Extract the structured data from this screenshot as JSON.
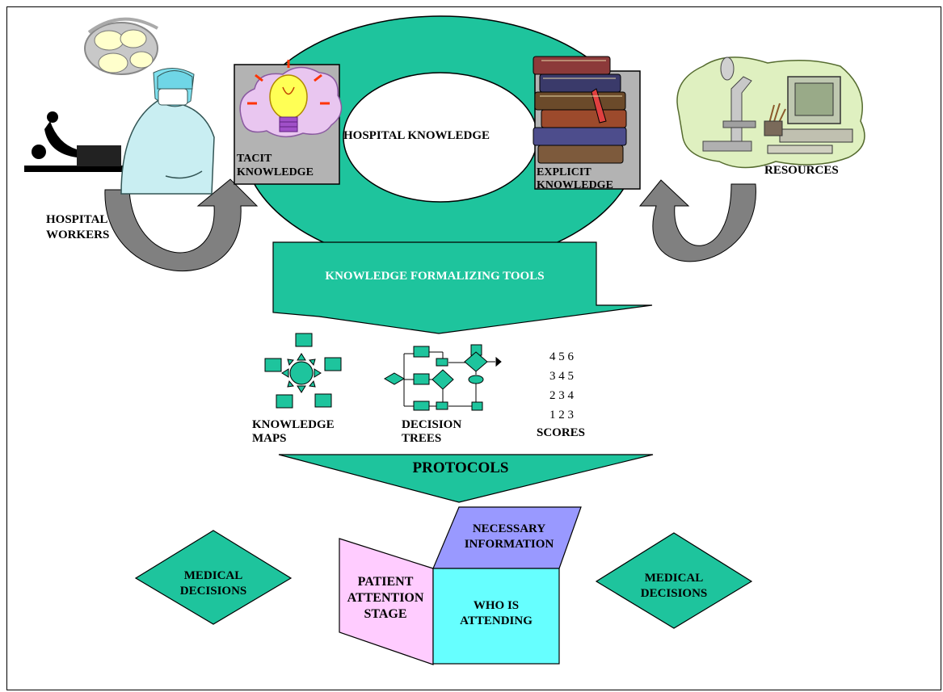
{
  "ring": {
    "label": "HOSPITAL KNOWLEDGE"
  },
  "left": {
    "card_label": "TACIT KNOWLEDGE",
    "workers_label": "HOSPITAL WORKERS"
  },
  "right": {
    "card_label": "EXPLICIT KNOWLEDGE",
    "resources_label": "RESOURCES"
  },
  "tools": {
    "label": "KNOWLEDGE FORMALIZING TOOLS"
  },
  "methods": {
    "maps_label": "KNOWLEDGE MAPS",
    "trees_label": "DECISION TREES",
    "scores_label": "SCORES",
    "score_rows": [
      "4 5 6",
      "3 4 5",
      "2 3 4",
      "1 2 3"
    ]
  },
  "protocols": {
    "label": "PROTOCOLS"
  },
  "box": {
    "top_label": "NECESSARY INFORMATION",
    "left_label": "PATIENT ATTENTION STAGE",
    "front_label": "WHO IS ATTENDING"
  },
  "decisions": {
    "left_label": "MEDICAL DECISIONS",
    "right_label": "MEDICAL DECISIONS"
  },
  "colors": {
    "teal": "#1ec49d",
    "cyan": "#66ffff",
    "pink": "#ffccff",
    "lavender": "#9999ff",
    "gray_arrow": "#808080",
    "card_gray": "#b3b3b3"
  }
}
